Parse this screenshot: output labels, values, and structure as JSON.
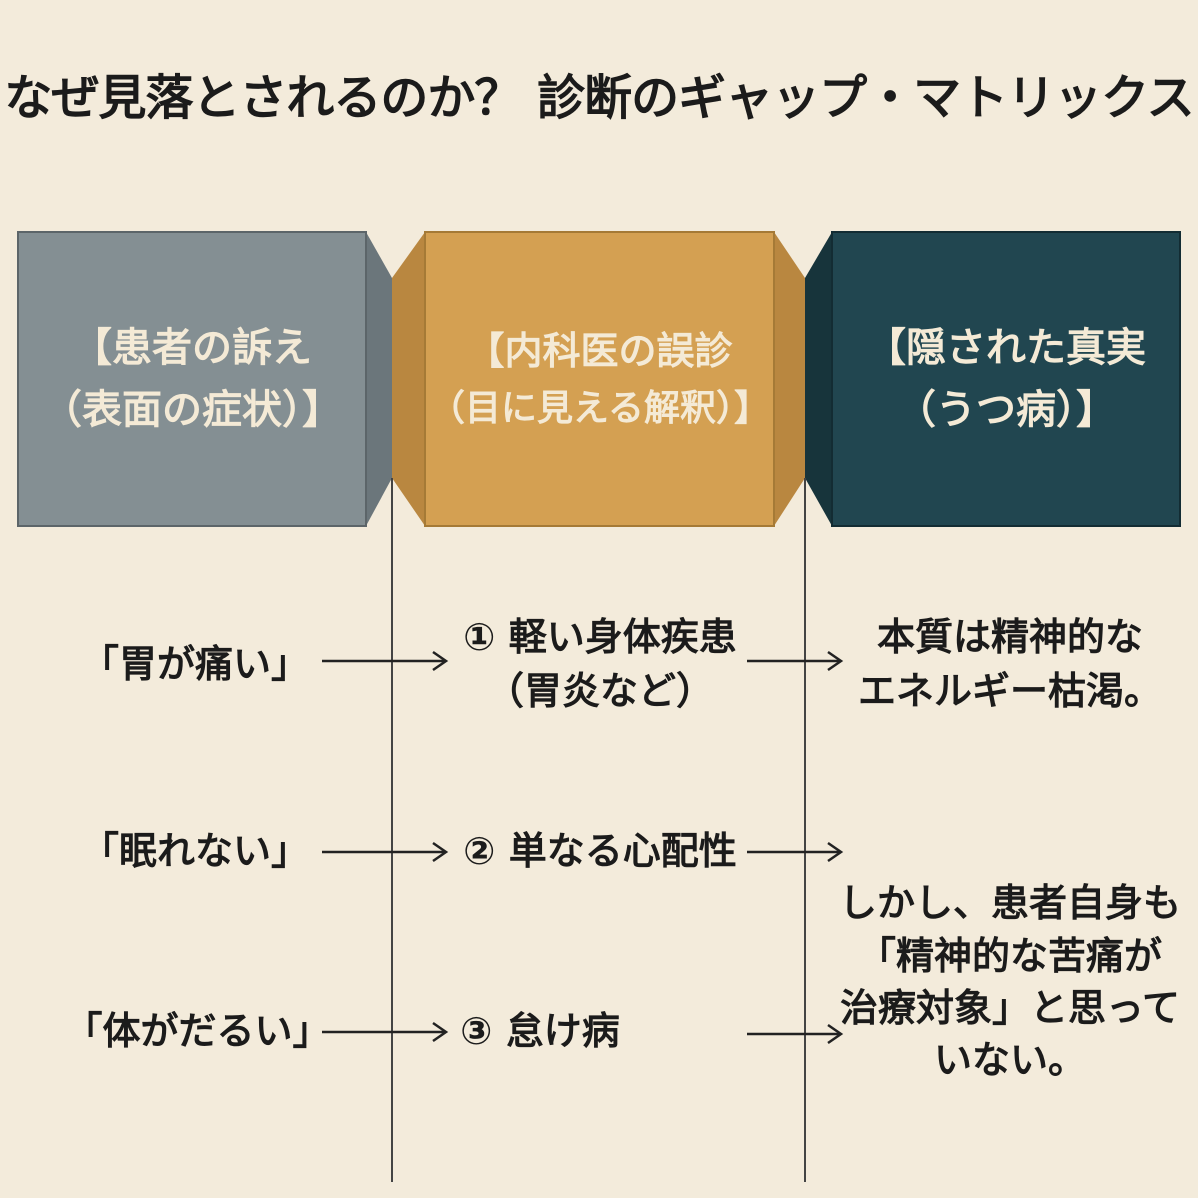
{
  "title": "なぜ見落とされるのか？ 診断のギャップ・マトリックス",
  "colors": {
    "background": "#f3ebdb",
    "col1": "#848f93",
    "col2": "#d4a052",
    "col3": "#214650",
    "divider": "#444444"
  },
  "columns": [
    {
      "lines": [
        "【患者の訴え",
        "（表面の症状）】"
      ]
    },
    {
      "lines": [
        "【内科医の誤診",
        "（目に見える解釈）】"
      ]
    },
    {
      "lines": [
        "【隠された真実",
        "（うつ病）】"
      ]
    }
  ],
  "rows": [
    {
      "complaint": "「胃が痛い」",
      "diagnosis": [
        "① 軽い身体疾患",
        "（胃炎など）"
      ]
    },
    {
      "complaint": "「眠れない」",
      "diagnosis": [
        "② 単なる心配性"
      ]
    },
    {
      "complaint": "「体がだるい」",
      "diagnosis": [
        "③ 怠け病"
      ]
    }
  ],
  "truth": {
    "part1": [
      "本質は精神的な",
      "エネルギー枯渇。"
    ],
    "part2": [
      "しかし、患者自身も",
      "「精神的な苦痛が",
      "治療対象」と思って",
      "いない。"
    ]
  },
  "icons": {
    "arrow": "right-arrow-icon"
  }
}
